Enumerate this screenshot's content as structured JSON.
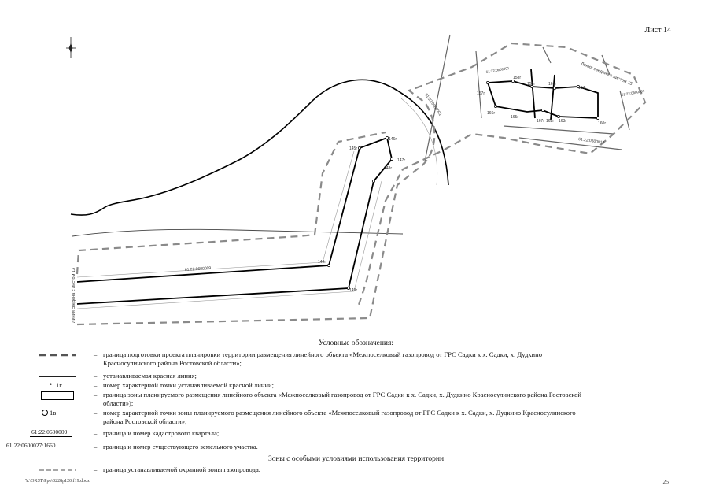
{
  "sheet_label": "Лист 14",
  "map": {
    "labels": {
      "line_a": "Линия сведена с листом 13",
      "line_b": "Линия сведена с листом 15",
      "quarter_1": "61:22:0600009",
      "quarter_2": "61:22:0600001",
      "quarter_3": "61:22:0600018",
      "quarter_4": "61:22:0600001",
      "quarter_5": "61:22:0600009"
    },
    "points": [
      "144г",
      "145г",
      "146г",
      "147г",
      "148г",
      "149г",
      "157г",
      "158г",
      "159г",
      "160г",
      "161г",
      "162г",
      "163г",
      "164г",
      "165г",
      "166г",
      "167г"
    ]
  },
  "legend": {
    "title": "Условные обозначения:",
    "dash": "–",
    "items": [
      {
        "text": "граница подготовки проекта планировки территории  размещения линейного объекта «Межпоселковый газопровод от ГРС Садки к х. Садки, х. Дудкино Красносулинского района Ростовской области»;"
      },
      {
        "text": "устанавливаемая красная линия;"
      },
      {
        "symbol_label": "1г",
        "text": "номер характерной точки устанавливаемой красной линии;"
      },
      {
        "text": "граница зоны планируемого размещения линейного объекта «Межпоселковый газопровод от ГРС Садки к х. Садки, х. Дудкино Красносулинского района Ростовской области»);"
      },
      {
        "symbol_label": "1в",
        "text": "номер характерной точки  зоны планируемого размещения  линейного объекта «Межпоселковый газопровод от ГРС Садки к х. Садки, х. Дудкино Красносулинского района Ростовской области»;"
      },
      {
        "symbol_label": "61:22:0600009",
        "text": "граница и номер кадастрового квартала;"
      },
      {
        "symbol_label": "61:22:0600027:1660",
        "text": "граница и номер существующего земельного участка."
      }
    ],
    "zones_title": "Зоны с особыми условиями использования территории",
    "zone_item": {
      "text": "граница устанавливаемой охранной зоны газопровода."
    }
  },
  "footer": {
    "path": "Y:\\ORST\\Ppo\\0228p120.f19.docx",
    "page_number": "25"
  }
}
